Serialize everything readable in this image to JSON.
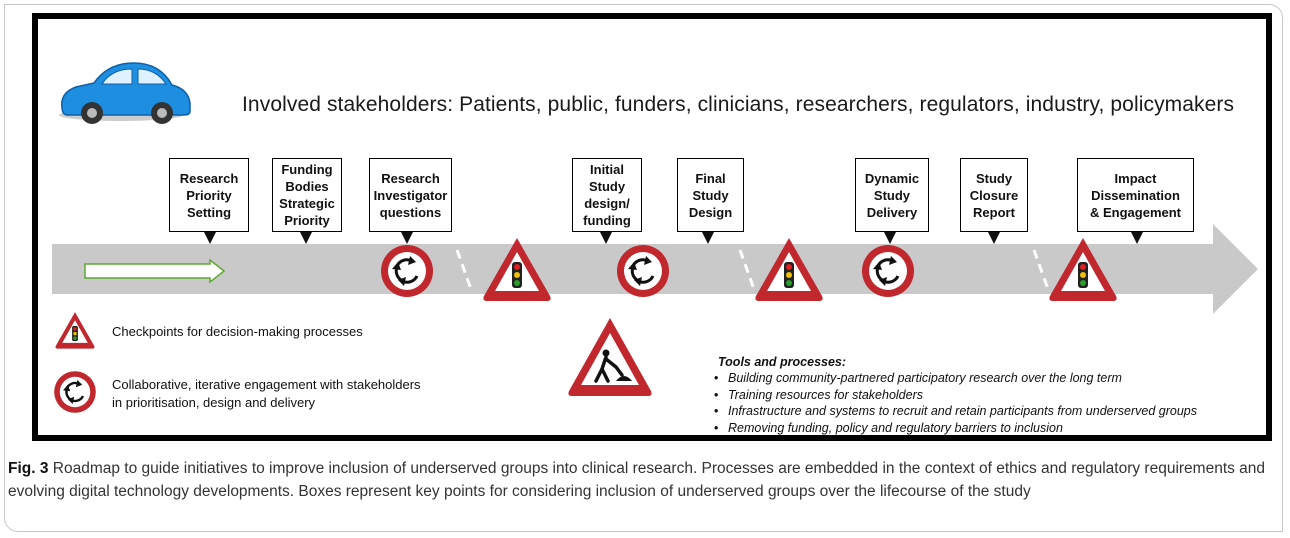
{
  "stakeholders": "Involved stakeholders: Patients, public, funders, clinicians, researchers, regulators, industry, policymakers",
  "steps": [
    "Research\nPriority\nSetting",
    "Funding\nBodies\nStrategic\nPriority",
    "Research\nInvestigator\nquestions",
    "Initial\nStudy\ndesign/\nfunding",
    "Final\nStudy\nDesign",
    "Dynamic\nStudy\nDelivery",
    "Study\nClosure\nReport",
    "Impact\nDissemination\n& Engagement"
  ],
  "legend": {
    "checkpoint": "Checkpoints for decision-making processes",
    "collab_line1": "Collaborative, iterative engagement with stakeholders",
    "collab_line2": "in prioritisation, design and delivery"
  },
  "tools": {
    "title": "Tools and processes:",
    "items": [
      "Building community-partnered participatory research over the long term",
      "Training resources for stakeholders",
      "Infrastructure and systems to recruit and retain participants from underserved groups",
      "Removing funding, policy and regulatory barriers to inclusion"
    ]
  },
  "caption": {
    "label": "Fig. 3",
    "text": " Roadmap to guide initiatives to improve inclusion of underserved groups into clinical research. Processes are embedded in the context of ethics and regulatory requirements and evolving digital technology developments. Boxes represent key points for considering inclusion of underserved groups over the lifecourse of the study"
  },
  "colors": {
    "road": "#c9c9c9",
    "sign_red": "#c0282d",
    "car_blue": "#1e8fe0",
    "arrow_green": "#5ea832"
  },
  "icons": [
    "car-icon",
    "traffic-light-warning-icon",
    "roundabout-icon",
    "roadworks-sign-icon"
  ]
}
